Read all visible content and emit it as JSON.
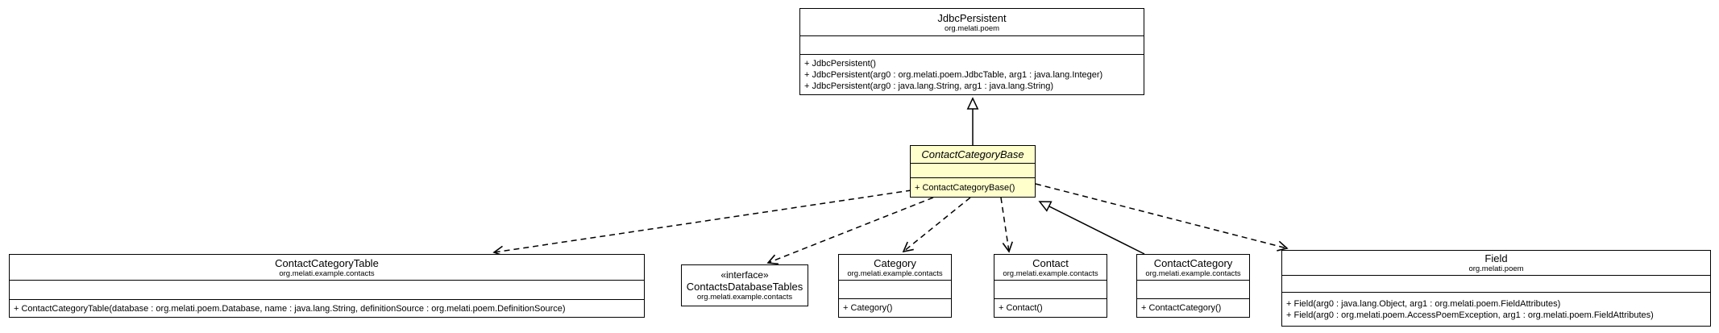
{
  "diagram": {
    "type": "uml-class-diagram",
    "colors": {
      "background": "#ffffff",
      "box_fill": "#ffffff",
      "highlight_fill": "#ffffcc",
      "line": "#000000",
      "text": "#000000"
    },
    "classes": {
      "jdbc_persistent": {
        "name": "JdbcPersistent",
        "package": "org.melati.poem",
        "methods": [
          "+ JdbcPersistent()",
          "+ JdbcPersistent(arg0 : org.melati.poem.JdbcTable, arg1 : java.lang.Integer)",
          "+ JdbcPersistent(arg0 : java.lang.String, arg1 : java.lang.String)"
        ]
      },
      "contact_category_base": {
        "name": "ContactCategoryBase",
        "abstract": true,
        "methods": [
          "+ ContactCategoryBase()"
        ]
      },
      "contact_category_table": {
        "name": "ContactCategoryTable",
        "package": "org.melati.example.contacts",
        "methods": [
          "+ ContactCategoryTable(database : org.melati.poem.Database, name : java.lang.String, definitionSource : org.melati.poem.DefinitionSource)"
        ]
      },
      "contacts_database_tables": {
        "stereotype": "«interface»",
        "name": "ContactsDatabaseTables",
        "package": "org.melati.example.contacts"
      },
      "category": {
        "name": "Category",
        "package": "org.melati.example.contacts",
        "methods": [
          "+ Category()"
        ]
      },
      "contact": {
        "name": "Contact",
        "package": "org.melati.example.contacts",
        "methods": [
          "+ Contact()"
        ]
      },
      "contact_category": {
        "name": "ContactCategory",
        "package": "org.melati.example.contacts",
        "methods": [
          "+ ContactCategory()"
        ]
      },
      "field": {
        "name": "Field",
        "package": "org.melati.poem",
        "methods": [
          "+ Field(arg0 : java.lang.Object, arg1 : org.melati.poem.FieldAttributes)",
          "+ Field(arg0 : org.melati.poem.AccessPoemException, arg1 : org.melati.poem.FieldAttributes)"
        ]
      }
    },
    "relations": [
      {
        "from": "ContactCategoryBase",
        "to": "JdbcPersistent",
        "type": "generalization",
        "style": "solid-hollow-triangle"
      },
      {
        "from": "ContactCategory",
        "to": "ContactCategoryBase",
        "type": "generalization",
        "style": "solid-hollow-triangle"
      },
      {
        "from": "ContactCategoryBase",
        "to": "ContactCategoryTable",
        "type": "dependency",
        "style": "dashed-open-arrow"
      },
      {
        "from": "ContactCategoryBase",
        "to": "ContactsDatabaseTables",
        "type": "dependency",
        "style": "dashed-open-arrow"
      },
      {
        "from": "ContactCategoryBase",
        "to": "Category",
        "type": "dependency",
        "style": "dashed-open-arrow"
      },
      {
        "from": "ContactCategoryBase",
        "to": "Contact",
        "type": "dependency",
        "style": "dashed-open-arrow"
      },
      {
        "from": "ContactCategoryBase",
        "to": "Field",
        "type": "dependency",
        "style": "dashed-open-arrow"
      }
    ]
  }
}
